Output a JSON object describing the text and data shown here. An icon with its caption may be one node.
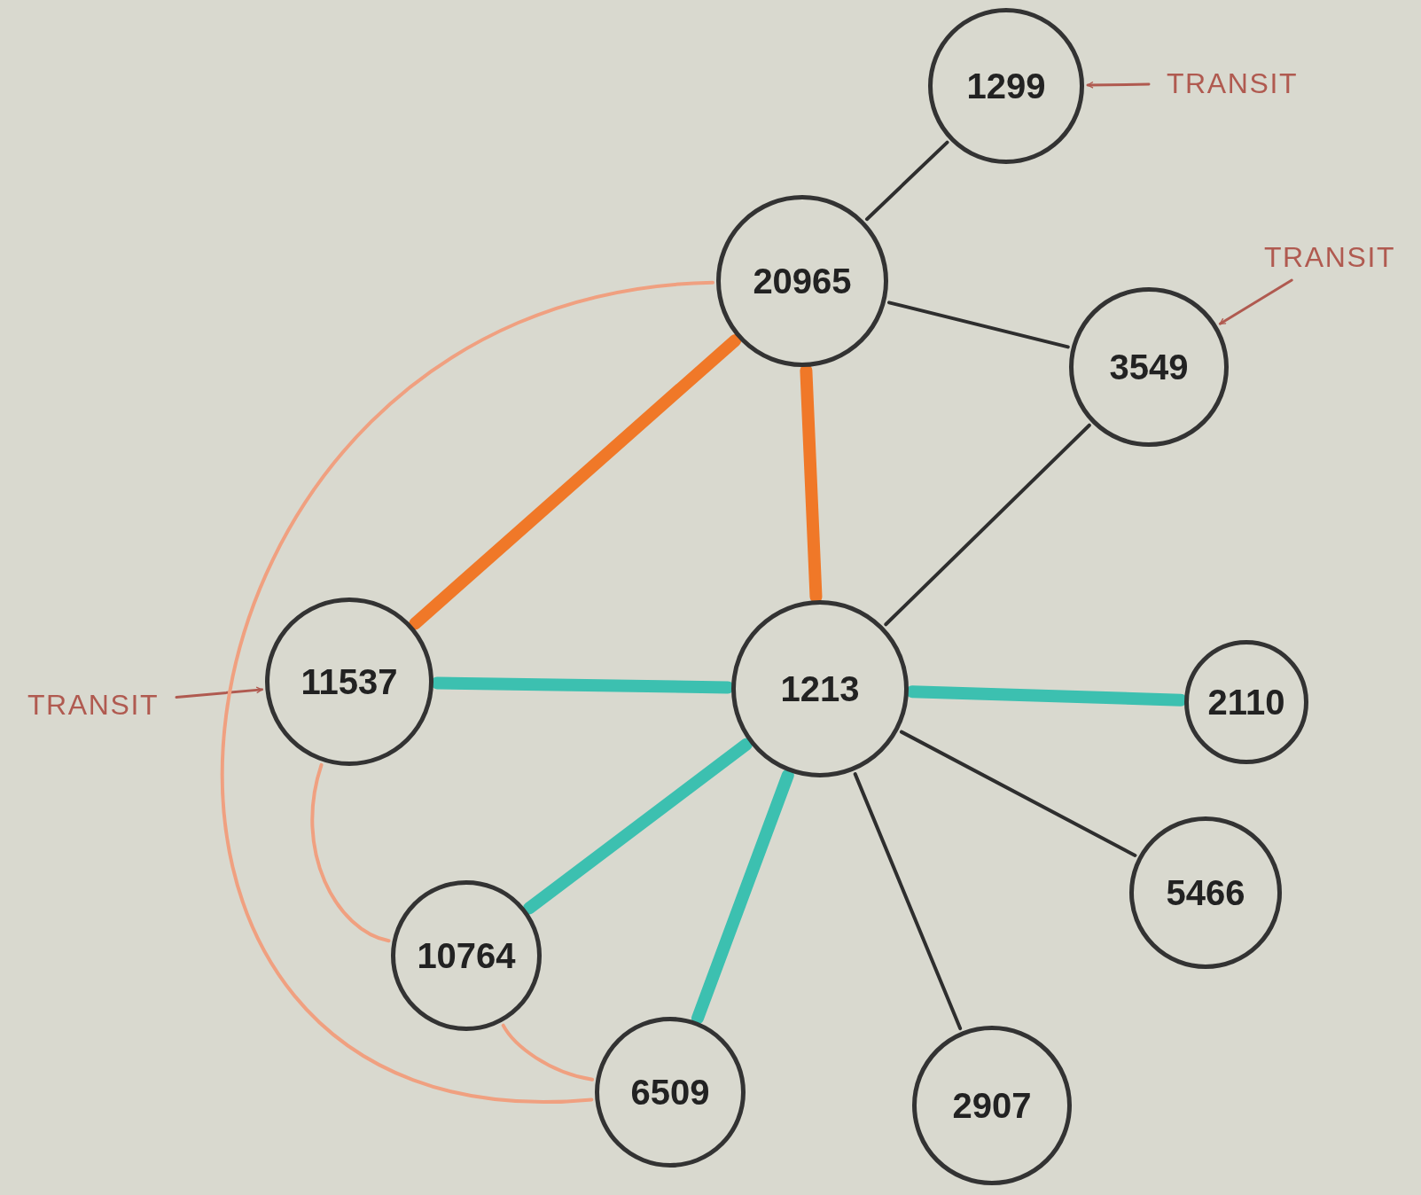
{
  "diagram": {
    "nodes": [
      {
        "text": [
          "1299"
        ]
      },
      {
        "text": [
          "20965"
        ]
      },
      {
        "text": [
          "3549"
        ]
      },
      {
        "text": [
          "11537"
        ]
      },
      {
        "text": [
          "1213"
        ]
      },
      {
        "text": [
          "2110"
        ]
      },
      {
        "text": [
          "5466"
        ]
      },
      {
        "text": [
          "10764"
        ]
      },
      {
        "text": [
          "6509"
        ]
      },
      {
        "text": [
          "2907"
        ]
      },
      {
        "text": [
          "TRANSIT"
        ]
      },
      {
        "text": [
          "TRANSIT"
        ]
      },
      {
        "text": [
          "TRANSIT"
        ]
      }
    ],
    "edges": [
      {
        "from": 10,
        "to": 0,
        "arrow": "to",
        "color": "#b05a50"
      },
      {
        "from": 11,
        "to": 2,
        "arrow": "to",
        "color": "#b05a50"
      },
      {
        "from": 12,
        "to": 3,
        "arrow": "to",
        "color": "#b05a50"
      },
      {
        "from": 0,
        "to": 1,
        "arrow": "none"
      },
      {
        "from": 1,
        "to": 2,
        "arrow": "none"
      },
      {
        "from": 2,
        "to": 4,
        "arrow": "none"
      },
      {
        "from": 4,
        "to": 6,
        "arrow": "none"
      },
      {
        "from": 4,
        "to": 9,
        "arrow": "none"
      },
      {
        "from": 1,
        "to": 3,
        "arrow": "none",
        "style": "thick",
        "color": "#f07828"
      },
      {
        "from": 1,
        "to": 4,
        "arrow": "none",
        "style": "thick",
        "color": "#f07828"
      },
      {
        "from": 3,
        "to": 4,
        "arrow": "none",
        "style": "thick",
        "color": "#3cc0b0"
      },
      {
        "from": 4,
        "to": 5,
        "arrow": "none",
        "style": "thick",
        "color": "#3cc0b0"
      },
      {
        "from": 4,
        "to": 7,
        "arrow": "none",
        "style": "thick",
        "color": "#3cc0b0"
      },
      {
        "from": 4,
        "to": 8,
        "arrow": "none",
        "style": "thick",
        "color": "#3cc0b0"
      },
      {
        "from": 1,
        "to": 8,
        "arrow": "none",
        "color": "#f0a080"
      },
      {
        "from": 3,
        "to": 7,
        "arrow": "none",
        "color": "#f0a080"
      },
      {
        "from": 7,
        "to": 8,
        "arrow": "none",
        "color": "#f0a080"
      }
    ]
  }
}
